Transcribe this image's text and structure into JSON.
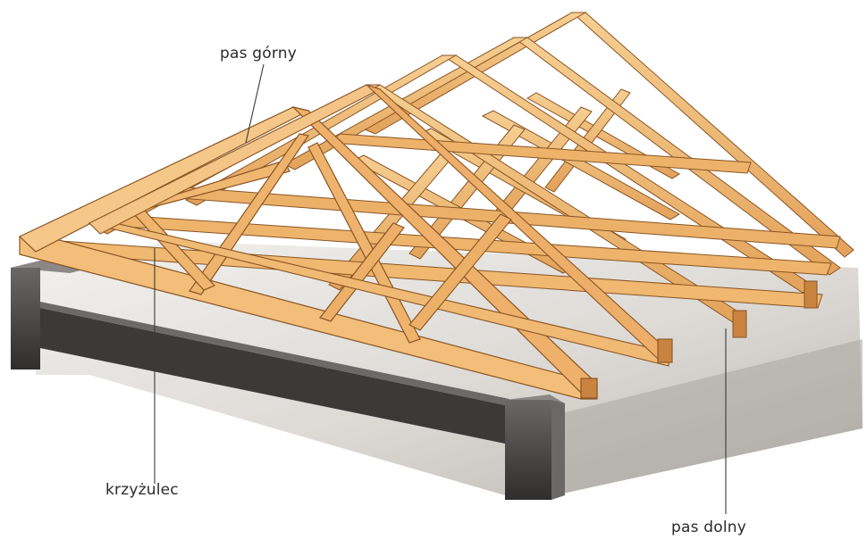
{
  "labels": {
    "top_chord": "pas górny",
    "web_member": "krzyżulec",
    "bottom_chord": "pas dolny"
  },
  "colors": {
    "timber_light": "#f3c483",
    "timber_mid": "#e6a55c",
    "timber_dark": "#b8763a",
    "timber_edge": "#8a5524",
    "concrete_light": "#e4e2df",
    "concrete_mid": "#bdbab6",
    "concrete_dark": "#5a5856",
    "beam_dark": "#3e3c3b",
    "leader_line": "#3a3a3a"
  }
}
